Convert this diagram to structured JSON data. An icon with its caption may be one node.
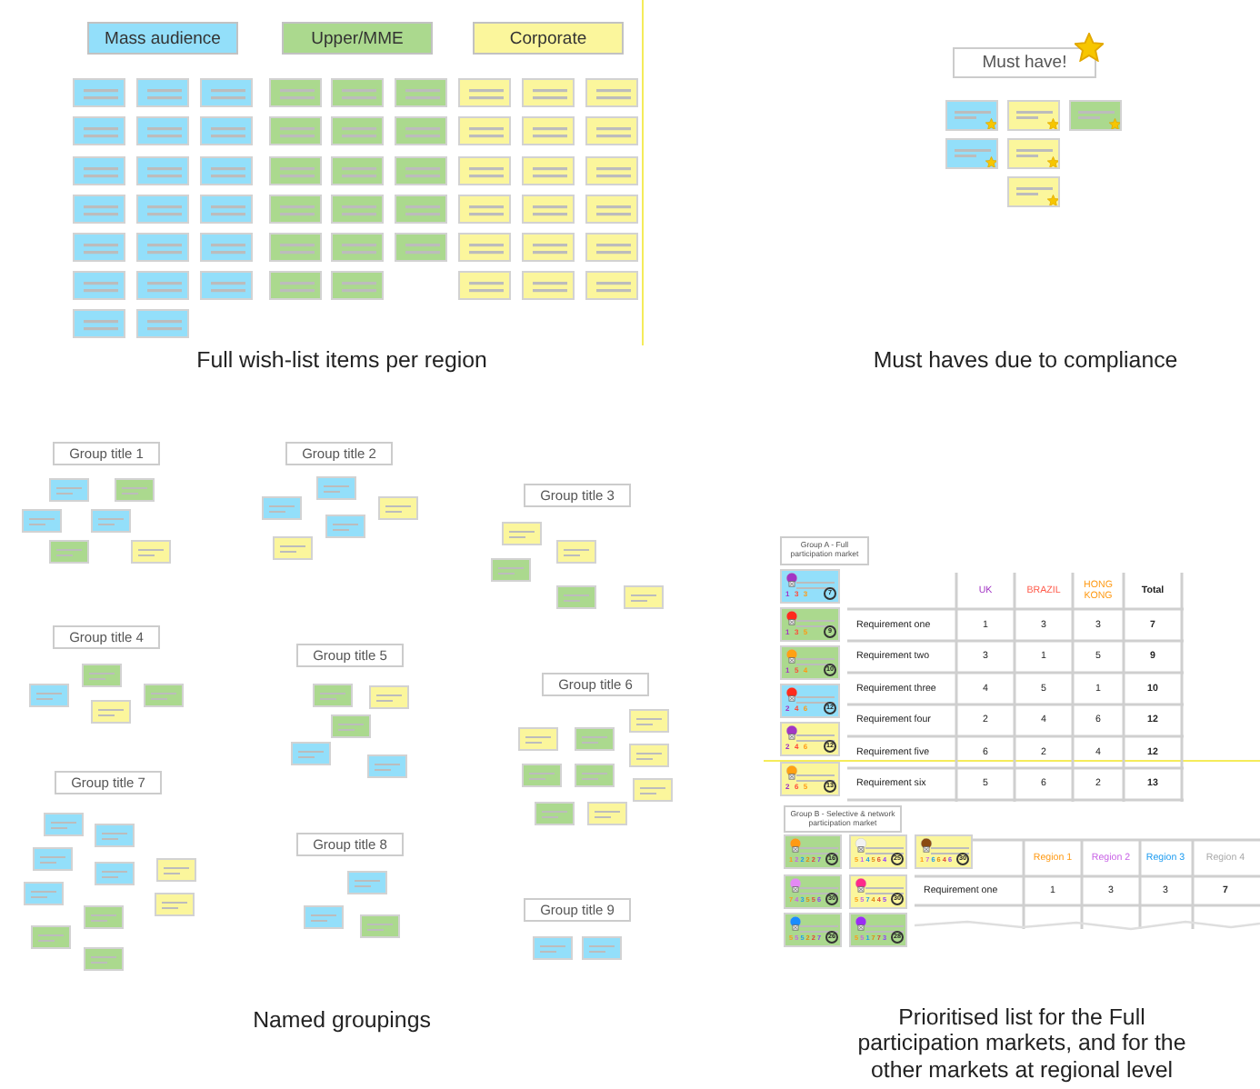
{
  "diagram": {
    "nodes": [
      {
        "text": [
          "Mass audience"
        ]
      },
      {
        "text": [
          "Upper/MME"
        ]
      },
      {
        "text": [
          "Corporate"
        ]
      },
      {
        "text": [],
        "shape": "box"
      },
      {
        "text": [],
        "shape": "box"
      },
      {
        "text": [],
        "shape": "box"
      },
      {
        "text": [],
        "shape": "box"
      },
      {
        "text": [],
        "shape": "box"
      },
      {
        "text": [],
        "shape": "box"
      },
      {
        "text": [],
        "shape": "box"
      },
      {
        "text": [],
        "shape": "box"
      },
      {
        "text": [],
        "shape": "box"
      },
      {
        "text": [],
        "shape": "box"
      },
      {
        "text": [],
        "shape": "box"
      },
      {
        "text": [],
        "shape": "box"
      },
      {
        "text": [],
        "shape": "box"
      },
      {
        "text": [],
        "shape": "box"
      },
      {
        "text": [],
        "shape": "box"
      },
      {
        "text": [],
        "shape": "box"
      },
      {
        "text": [],
        "shape": "box"
      },
      {
        "text": [],
        "shape": "box"
      },
      {
        "text": [],
        "shape": "box"
      },
      {
        "text": [],
        "shape": "box"
      },
      {
        "text": [],
        "shape": "box"
      },
      {
        "text": [],
        "shape": "box"
      },
      {
        "text": [],
        "shape": "box"
      },
      {
        "text": [],
        "shape": "box"
      },
      {
        "text": [],
        "shape": "box"
      },
      {
        "text": [],
        "shape": "box"
      },
      {
        "text": [],
        "shape": "box"
      },
      {
        "text": [],
        "shape": "box"
      },
      {
        "text": [],
        "shape": "box"
      },
      {
        "text": [],
        "shape": "box"
      },
      {
        "text": [],
        "shape": "box"
      },
      {
        "text": [],
        "shape": "box"
      },
      {
        "text": [],
        "shape": "box"
      },
      {
        "text": [],
        "shape": "box"
      },
      {
        "text": [],
        "shape": "box"
      },
      {
        "text": [],
        "shape": "box"
      },
      {
        "text": [],
        "shape": "box"
      },
      {
        "text": [],
        "shape": "box"
      },
      {
        "text": [],
        "shape": "box"
      },
      {
        "text": [],
        "shape": "box"
      },
      {
        "text": [],
        "shape": "box"
      },
      {
        "text": [],
        "shape": "box"
      },
      {
        "text": [],
        "shape": "box"
      },
      {
        "text": [],
        "shape": "box"
      },
      {
        "text": [],
        "shape": "box"
      },
      {
        "text": [],
        "shape": "box"
      },
      {
        "text": [],
        "shape": "box"
      },
      {
        "text": [],
        "shape": "box"
      },
      {
        "text": [],
        "shape": "box"
      },
      {
        "text": [],
        "shape": "box"
      },
      {
        "text": [],
        "shape": "box"
      },
      {
        "text": [],
        "shape": "box"
      },
      {
        "text": [],
        "shape": "box"
      },
      {
        "text": [],
        "shape": "box"
      },
      {
        "text": [],
        "shape": "box"
      },
      {
        "text": [
          "Must have!"
        ]
      },
      {
        "text": [],
        "shape": "box"
      },
      {
        "text": [],
        "shape": "box"
      },
      {
        "text": [],
        "shape": "box"
      },
      {
        "text": [],
        "shape": "box"
      },
      {
        "text": [],
        "shape": "box"
      },
      {
        "text": [],
        "shape": "box"
      },
      {
        "text": [
          "Group title 1"
        ]
      },
      {
        "text": [],
        "shape": "box"
      },
      {
        "text": [],
        "shape": "box"
      },
      {
        "text": [],
        "shape": "box"
      },
      {
        "text": [],
        "shape": "box"
      },
      {
        "text": [],
        "shape": "box"
      },
      {
        "text": [],
        "shape": "box"
      },
      {
        "text": [
          "Group title 2"
        ]
      },
      {
        "text": [],
        "shape": "box"
      },
      {
        "text": [],
        "shape": "box"
      },
      {
        "text": [],
        "shape": "box"
      },
      {
        "text": [],
        "shape": "box"
      },
      {
        "text": [],
        "shape": "box"
      },
      {
        "text": [
          "Group title 3"
        ]
      },
      {
        "text": [],
        "shape": "box"
      },
      {
        "text": [],
        "shape": "box"
      },
      {
        "text": [],
        "shape": "box"
      },
      {
        "text": [],
        "shape": "box"
      },
      {
        "text": [],
        "shape": "box"
      },
      {
        "text": [
          "Group title 4"
        ]
      },
      {
        "text": [],
        "shape": "box"
      },
      {
        "text": [],
        "shape": "box"
      },
      {
        "text": [],
        "shape": "box"
      },
      {
        "text": [],
        "shape": "box"
      },
      {
        "text": [
          "Group title 5"
        ]
      },
      {
        "text": [],
        "shape": "box"
      },
      {
        "text": [],
        "shape": "box"
      },
      {
        "text": [],
        "shape": "box"
      },
      {
        "text": [],
        "shape": "box"
      },
      {
        "text": [],
        "shape": "box"
      },
      {
        "text": [
          "Group title 6"
        ]
      },
      {
        "text": [],
        "shape": "box"
      },
      {
        "text": [],
        "shape": "box"
      },
      {
        "text": [],
        "shape": "box"
      },
      {
        "text": [],
        "shape": "box"
      },
      {
        "text": [],
        "shape": "box"
      },
      {
        "text": [],
        "shape": "box"
      },
      {
        "text": [],
        "shape": "box"
      },
      {
        "text": [],
        "shape": "box"
      },
      {
        "text": [],
        "shape": "box"
      },
      {
        "text": [
          "Group title 7"
        ]
      },
      {
        "text": [],
        "shape": "box"
      },
      {
        "text": [],
        "shape": "box"
      },
      {
        "text": [],
        "shape": "box"
      },
      {
        "text": [],
        "shape": "box"
      },
      {
        "text": [],
        "shape": "box"
      },
      {
        "text": [],
        "shape": "box"
      },
      {
        "text": [],
        "shape": "box"
      },
      {
        "text": [],
        "shape": "box"
      },
      {
        "text": [],
        "shape": "box"
      },
      {
        "text": [],
        "shape": "box"
      },
      {
        "text": [
          "Group title 8"
        ]
      },
      {
        "text": [],
        "shape": "box"
      },
      {
        "text": [],
        "shape": "box"
      },
      {
        "text": [],
        "shape": "box"
      },
      {
        "text": [
          "Group title 9"
        ]
      },
      {
        "text": [],
        "shape": "box"
      },
      {
        "text": [],
        "shape": "box"
      },
      {
        "text": [
          "Group A - Full participation market"
        ]
      },
      {
        "text": [
          "1 3 3",
          "7"
        ]
      },
      {
        "text": [
          "1 3 5",
          "9"
        ]
      },
      {
        "text": [
          "1 5 4",
          "10"
        ]
      },
      {
        "text": [
          "2 4 6",
          "12"
        ]
      },
      {
        "text": [
          "2 4 6",
          "12"
        ]
      },
      {
        "text": [
          "2 6 5",
          "13"
        ]
      },
      {
        "text": [
          "Group B - Selective & network participation market"
        ]
      },
      {
        "text": [
          "1 2 2 2 2 7",
          "16"
        ]
      },
      {
        "text": [
          "5 1 4 5 6 4",
          "25"
        ]
      },
      {
        "text": [
          "1 7 6 6 4 6",
          "30"
        ]
      },
      {
        "text": [
          "7 4 3 5 5 6",
          "30"
        ]
      },
      {
        "text": [
          "5 5 7 4 4 5",
          "30"
        ]
      },
      {
        "text": [
          "5 5 5 2 2 7",
          "26"
        ]
      },
      {
        "text": [
          "5 5 1 7 7 3",
          "28"
        ]
      }
    ],
    "labels": [
      "Full wish-list items per region",
      "Must haves due to compliance",
      "Named groupings",
      "UK",
      "BRAZIL",
      "HONG KONG",
      "Total",
      "Requirement one",
      "1",
      "3",
      "3",
      "7",
      "Requirement two",
      "3",
      "1",
      "5",
      "9",
      "Requirement three",
      "4",
      "5",
      "1",
      "10",
      "Requirement four",
      "2",
      "4",
      "6",
      "12",
      "Requirement five",
      "6",
      "2",
      "4",
      "12",
      "Requirement six",
      "5",
      "6",
      "2",
      "13",
      "Region 1",
      "Region 2",
      "Region 3",
      "Region 4",
      "Requirement one",
      "1",
      "3",
      "3",
      "7",
      "Prioritised list for the Full participation markets, and for the other markets at regional level"
    ]
  }
}
